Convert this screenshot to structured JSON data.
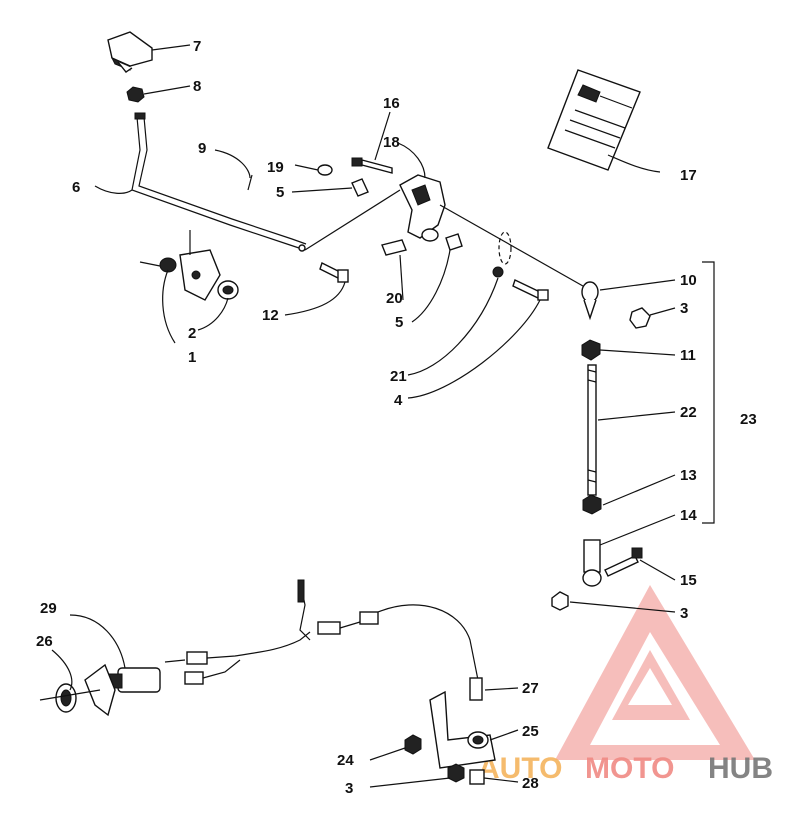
{
  "callouts": {
    "c1": "1",
    "c2": "2",
    "c3a": "3",
    "c3b": "3",
    "c3c": "3",
    "c4": "4",
    "c5a": "5",
    "c5b": "5",
    "c6": "6",
    "c7": "7",
    "c8": "8",
    "c9": "9",
    "c10": "10",
    "c11": "11",
    "c12": "12",
    "c13": "13",
    "c14": "14",
    "c15": "15",
    "c16": "16",
    "c17": "17",
    "c18": "18",
    "c19": "19",
    "c20": "20",
    "c21": "21",
    "c22": "22",
    "c23": "23",
    "c24": "24",
    "c25": "25",
    "c26": "26",
    "c27": "27",
    "c28": "28",
    "c29": "29"
  },
  "watermark": {
    "part1": "AUTO",
    "part2": "MOTO",
    "part3": "HUB",
    "color_red": "#e84b43",
    "color_orange": "#f5a94a",
    "color_gray": "#888888"
  },
  "decal_icon": "warning-decal-icon"
}
